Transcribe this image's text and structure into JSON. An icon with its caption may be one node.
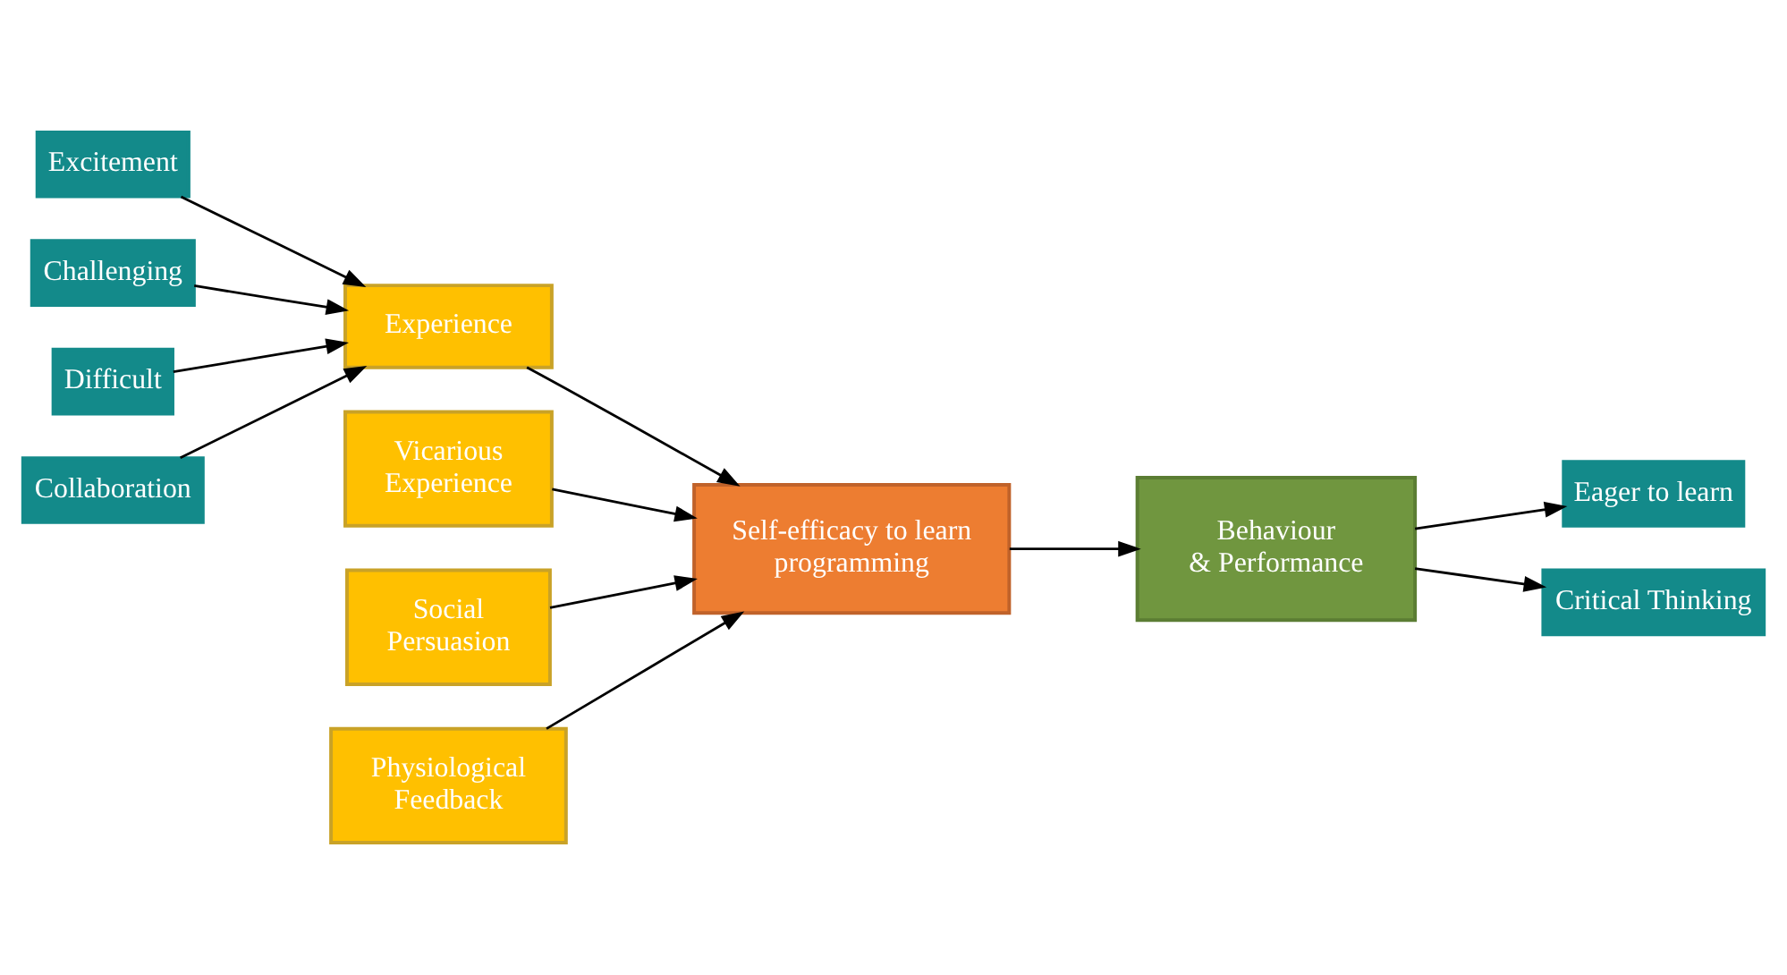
{
  "diagram": {
    "nodes": [
      {
        "text": [
          "Excitement"
        ]
      },
      {
        "text": [
          "Challenging"
        ]
      },
      {
        "text": [
          "Difficult"
        ]
      },
      {
        "text": [
          "Collaboration"
        ]
      },
      {
        "text": [
          "Experience"
        ]
      },
      {
        "text": [
          "Vicarious Experience"
        ]
      },
      {
        "text": [
          "Social Persuasion"
        ]
      },
      {
        "text": [
          "Physiological Feedback"
        ]
      },
      {
        "text": [
          "Self-efficacy to learn programming"
        ]
      },
      {
        "text": [
          "Behaviour & Performance"
        ]
      },
      {
        "text": [
          "Eager to learn"
        ]
      },
      {
        "text": [
          "Critical Thinking"
        ]
      }
    ],
    "edges": [
      {
        "from": 0,
        "to": 4,
        "arrow": "to"
      },
      {
        "from": 1,
        "to": 4,
        "arrow": "to"
      },
      {
        "from": 2,
        "to": 4,
        "arrow": "to"
      },
      {
        "from": 3,
        "to": 4,
        "arrow": "to"
      },
      {
        "from": 4,
        "to": 8,
        "arrow": "to"
      },
      {
        "from": 5,
        "to": 8,
        "arrow": "to"
      },
      {
        "from": 6,
        "to": 8,
        "arrow": "to"
      },
      {
        "from": 7,
        "to": 8,
        "arrow": "to"
      },
      {
        "from": 8,
        "to": 9,
        "arrow": "to"
      },
      {
        "from": 9,
        "to": 10,
        "arrow": "to"
      },
      {
        "from": 9,
        "to": 11,
        "arrow": "to"
      }
    ]
  }
}
